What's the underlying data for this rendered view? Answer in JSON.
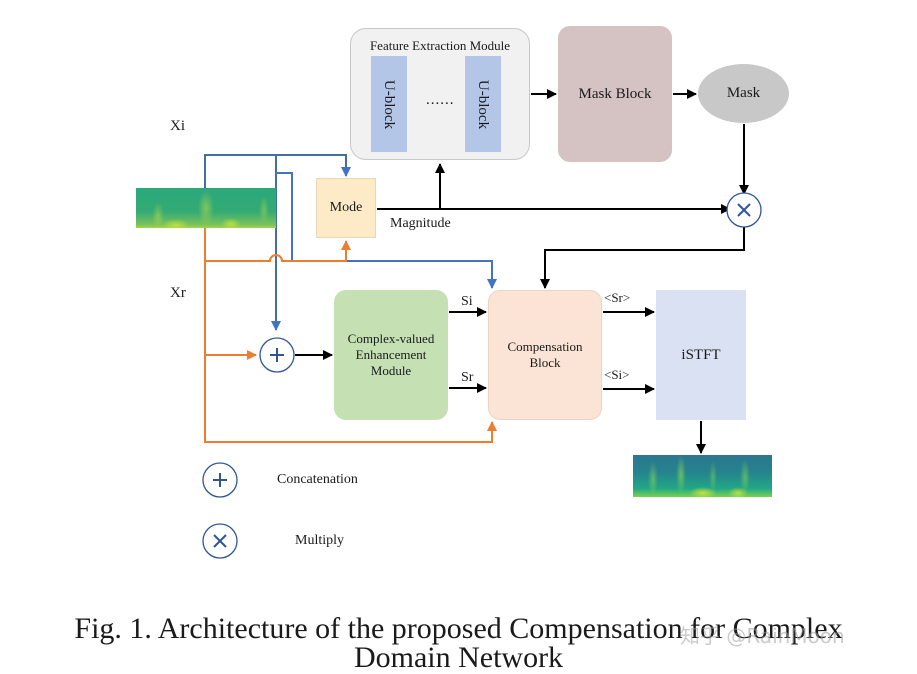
{
  "figure": {
    "caption_line1": "Fig. 1. Architecture of the proposed Compensation for Complex",
    "caption_line2": "Domain Network",
    "watermark": "知乎 @RainMoon"
  },
  "inputs": {
    "xi_label": "Xi",
    "xr_label": "Xr"
  },
  "blocks": {
    "feature_extraction": {
      "title": "Feature Extraction Module",
      "ublock_1": "U-block",
      "ellipsis": "......",
      "ublock_2": "U-block"
    },
    "mask_block": "Mask Block",
    "mask": "Mask",
    "mode": "Mode",
    "magnitude_label": "Magnitude",
    "complex_module": [
      "Complex-valued",
      "Enhancement",
      "Module"
    ],
    "compensation": [
      "Compensation",
      "Block"
    ],
    "istft": "iSTFT"
  },
  "signals": {
    "si": "Si",
    "sr": "Sr",
    "sr_hat": "<Sr>",
    "si_hat": "<Si>"
  },
  "legend": [
    {
      "symbol": "+",
      "icon": "concatenation-icon",
      "label": "Concatenation"
    },
    {
      "symbol": "×",
      "icon": "multiply-icon",
      "label": "Multiply"
    }
  ],
  "colors": {
    "imag_path": "#44709d",
    "real_path": "#ed7d31",
    "flow": "#000000",
    "operator_stroke": "#2f5597"
  }
}
